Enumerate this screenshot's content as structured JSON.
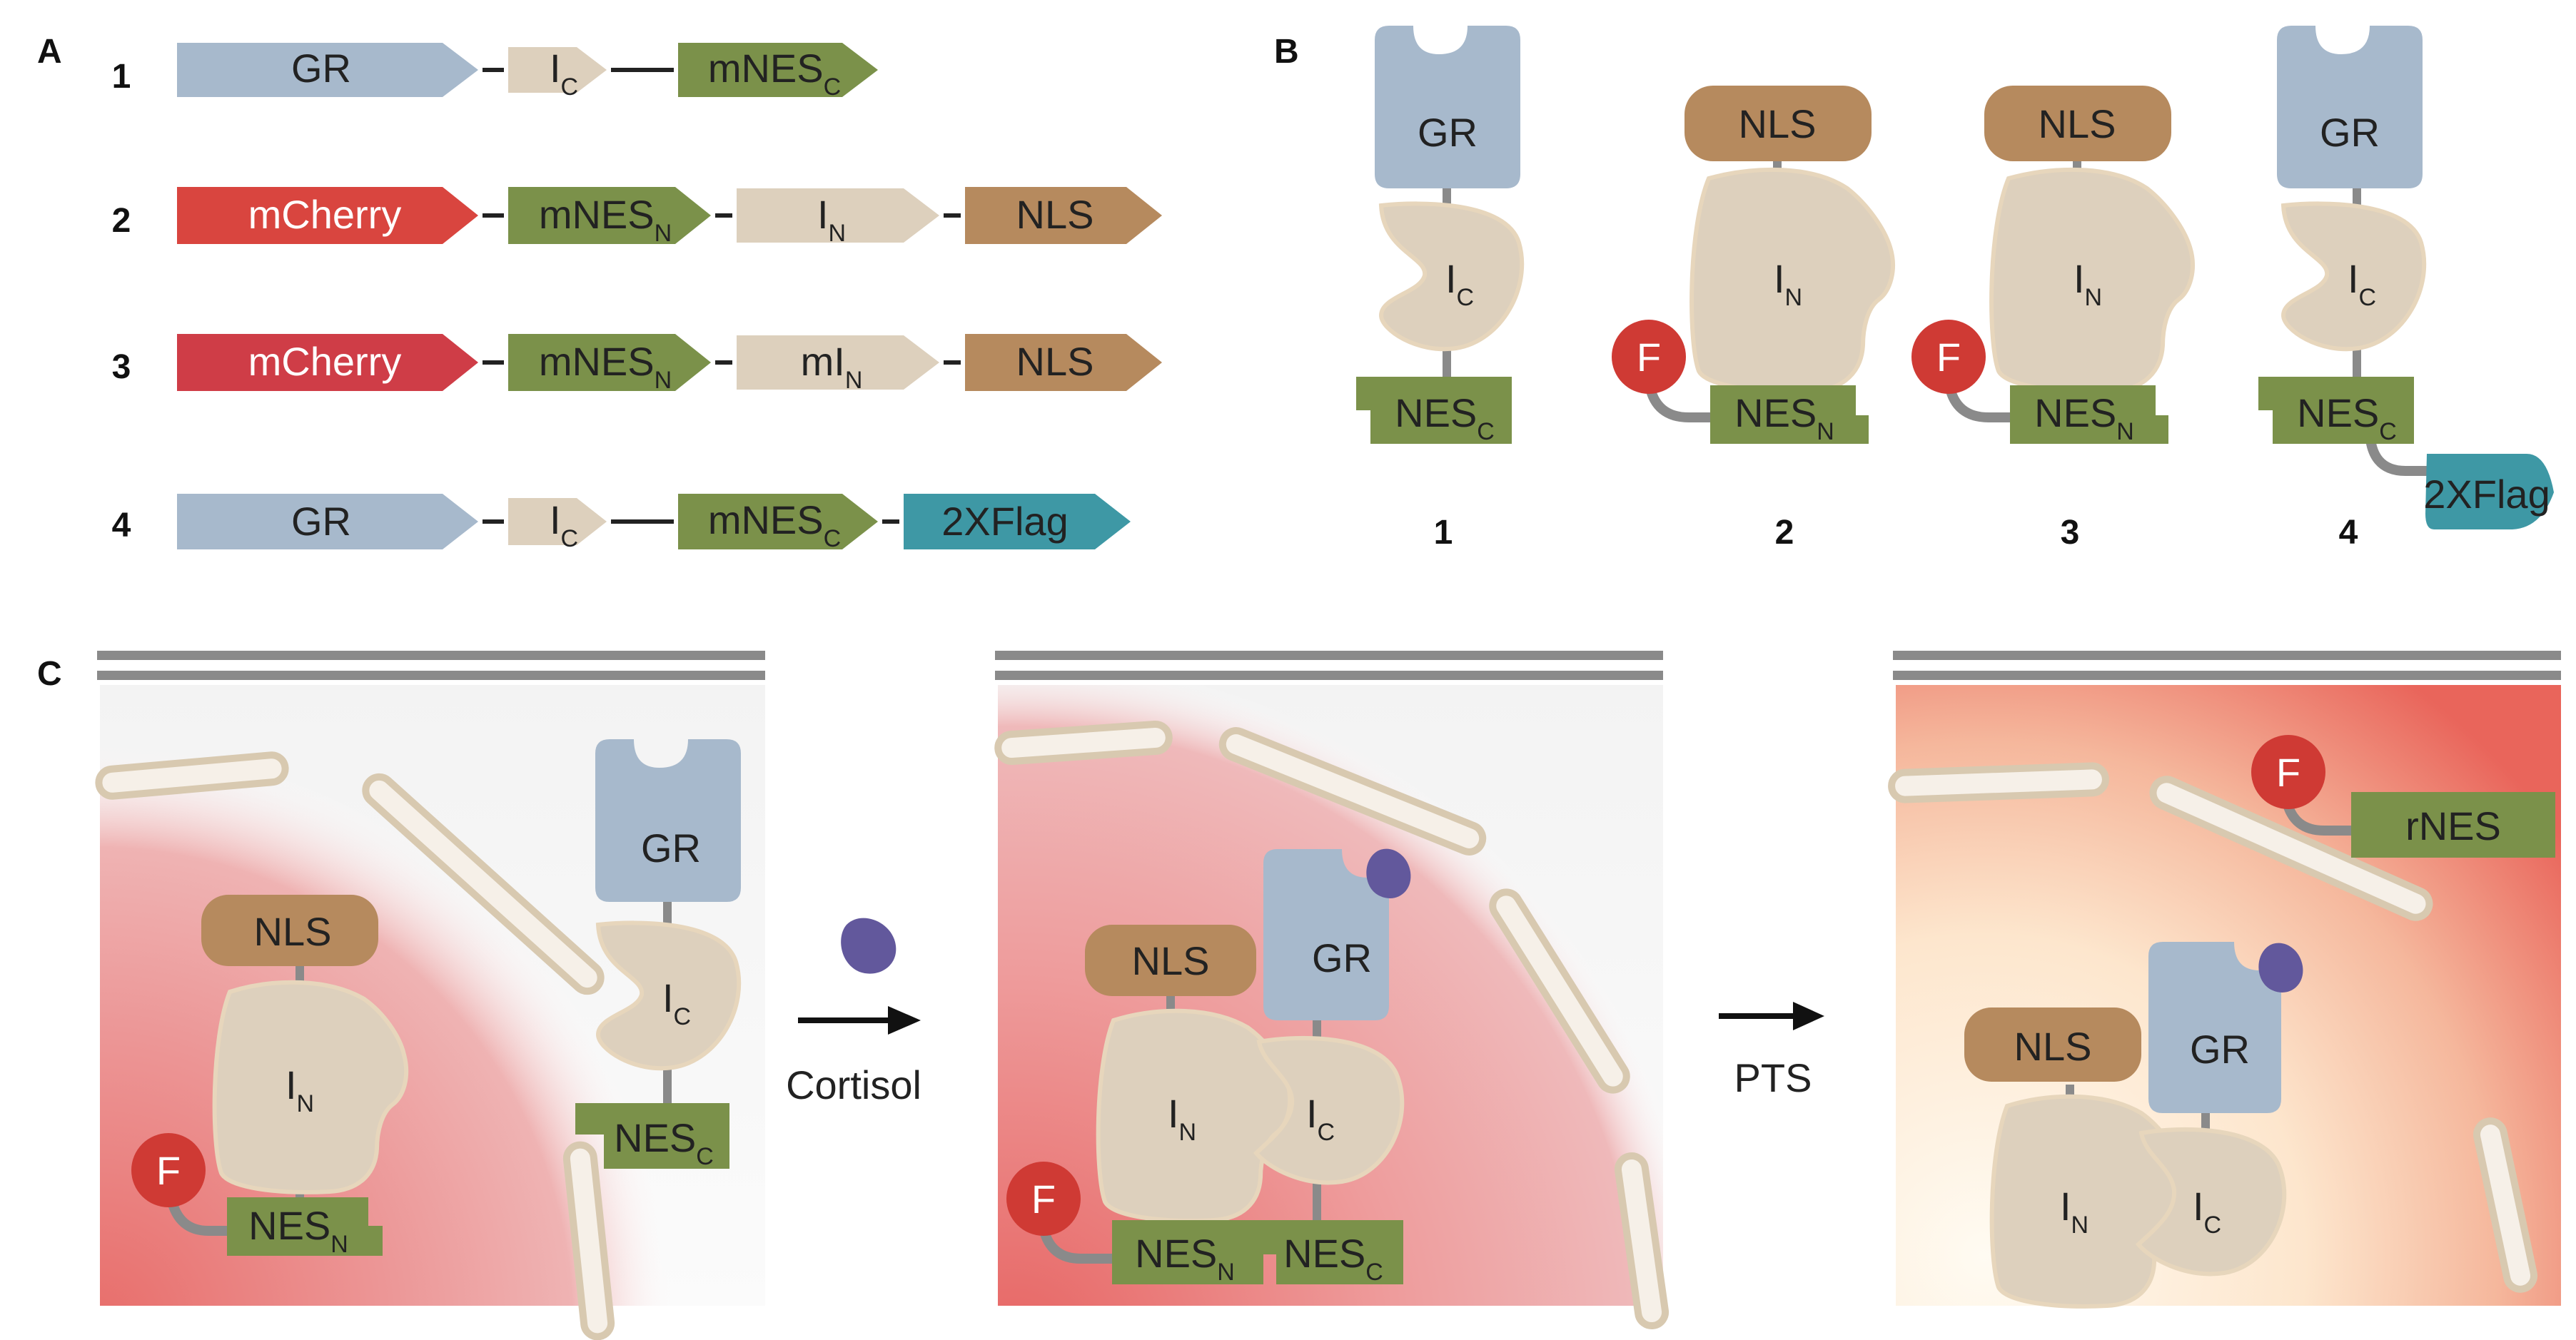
{
  "panels": {
    "a": "A",
    "b": "B",
    "c": "C"
  },
  "construct_numbers": [
    "1",
    "2",
    "3",
    "4"
  ],
  "labels": {
    "gr": "GR",
    "mcherry": "mCherry",
    "nls": "NLS",
    "i": "I",
    "mi": "mI",
    "mnes": "mNES",
    "nes": "NES",
    "rnes": "rNES",
    "flag": "2XFlag",
    "f": "F",
    "sub_c": "C",
    "sub_n": "N"
  },
  "arrows": {
    "cortisol": "Cortisol",
    "pts": "PTS"
  },
  "colors": {
    "gr": "#a7b9cc",
    "mcherry": "#d9453f",
    "intein": "#ddd0bd",
    "nes": "#7b914a",
    "nls": "#b68a5e",
    "flag": "#3e98a5",
    "fluor": "#cf3a34",
    "cortisol": "#62589c",
    "nucleus": "#f0a9a9",
    "membrane": "#8a8a8a"
  }
}
